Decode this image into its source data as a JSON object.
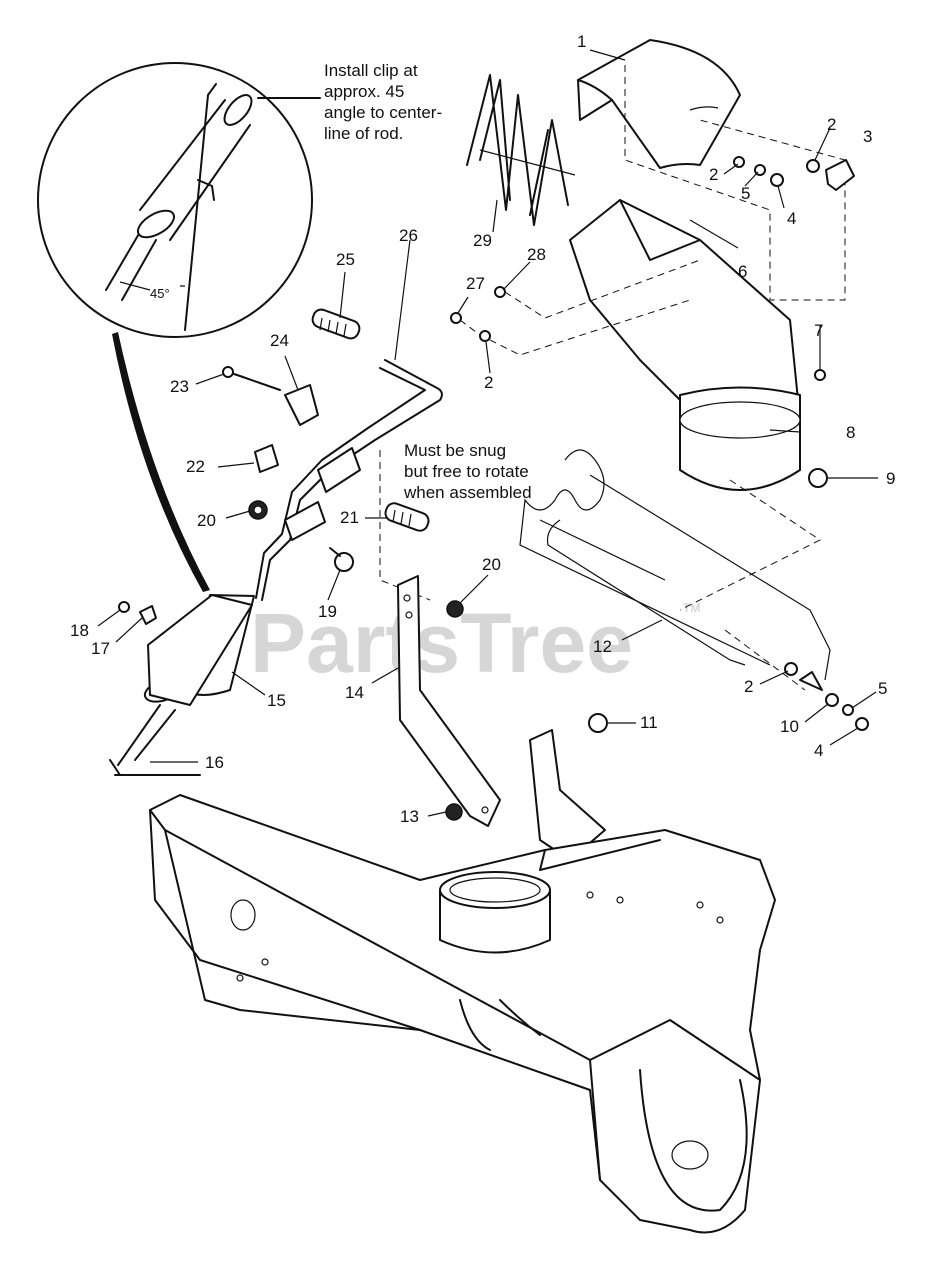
{
  "notes": {
    "clip_install": "Install clip at\napprox. 45\nangle to center-\nline of rod.",
    "snug": "Must be snug\nbut free to rotate\nwhen assembled"
  },
  "detail": {
    "angle_label": "45°"
  },
  "watermark": {
    "text": "PartsTree",
    "tm": "TM"
  },
  "callouts": [
    "1",
    "2",
    "3",
    "2",
    "5",
    "4",
    "6",
    "7",
    "29",
    "28",
    "27",
    "2",
    "8",
    "9",
    "25",
    "26",
    "24",
    "23",
    "22",
    "20",
    "21",
    "19",
    "20",
    "18",
    "17",
    "15",
    "16",
    "14",
    "12",
    "2",
    "5",
    "10",
    "4",
    "11",
    "13"
  ]
}
